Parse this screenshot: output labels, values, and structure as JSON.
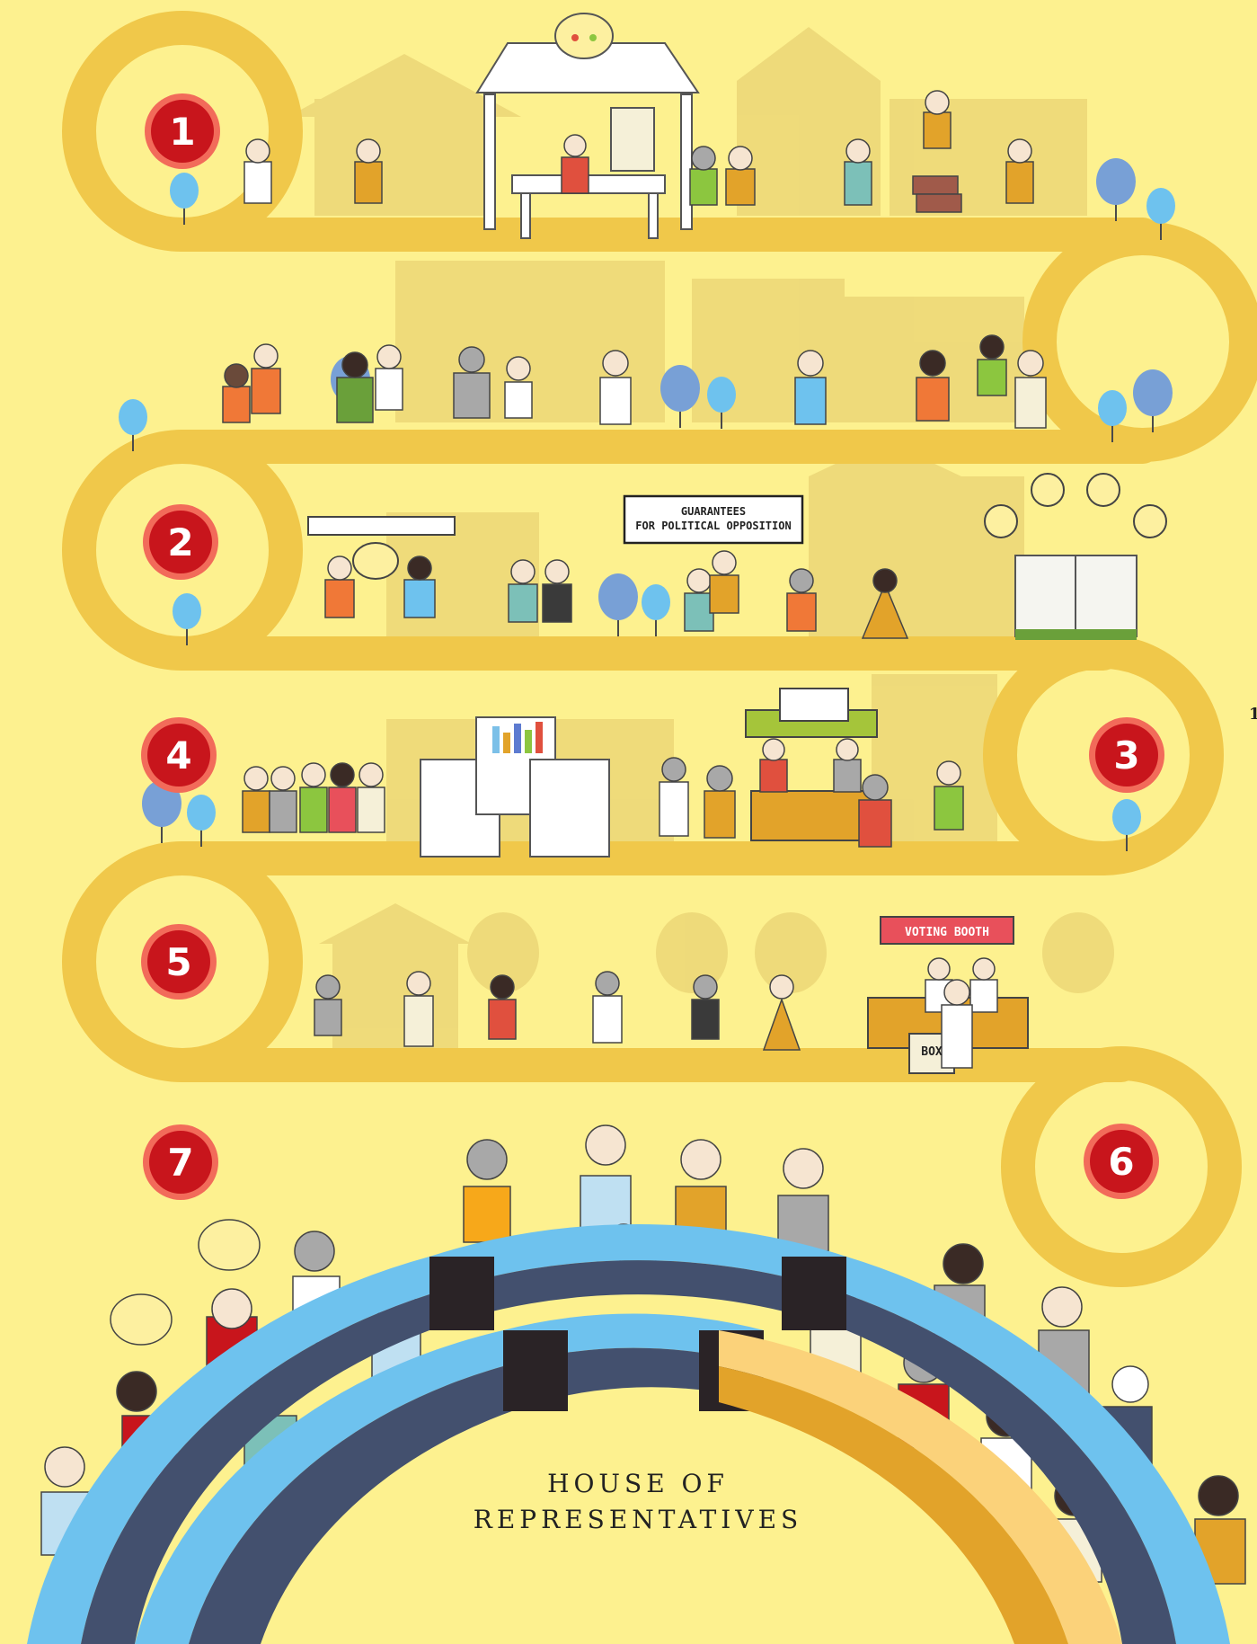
{
  "steps": {
    "s1": "1",
    "s2": "2",
    "s3": "3",
    "s4": "4",
    "s5": "5",
    "s6": "6",
    "s7": "7"
  },
  "signs": {
    "guarantees_line1": "GUARANTEES",
    "guarantees_line2": "FOR POLITICAL OPPOSITION",
    "voting_booth": "VOTING BOOTH",
    "box": "BOX"
  },
  "house": {
    "line1": "HOUSE OF",
    "line2": "REPRESENTATIVES"
  },
  "edge_fragment": "1",
  "colors": {
    "background": "#fdf18f",
    "path": "#f0c84a",
    "badge_red": "#c8151c",
    "badge_ring": "#f26b5a",
    "arc_light_blue": "#6ec2ee",
    "arc_navy": "#43506e",
    "arc_gold": "#e2a32a",
    "arc_light_gold": "#fbd27a"
  }
}
